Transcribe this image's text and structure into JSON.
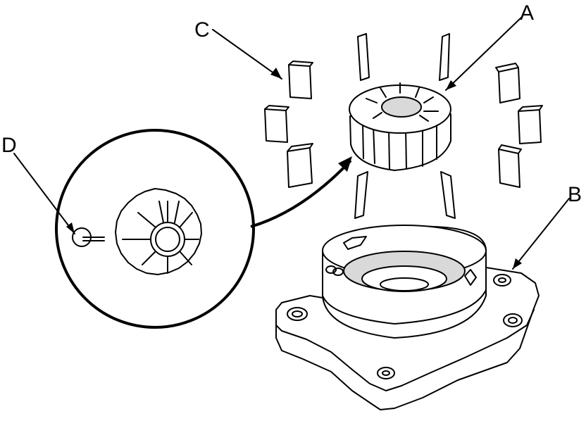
{
  "diagram": {
    "labels": {
      "a": "A",
      "b": "B",
      "c": "C",
      "d": "D"
    }
  }
}
